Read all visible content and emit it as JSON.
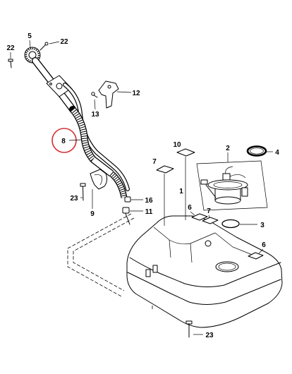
{
  "callouts": {
    "bolt_left": "22",
    "filler_cap": "5",
    "screw_right": "22",
    "bracket": "12",
    "bracket_bolt": "13",
    "filler_hose": "8",
    "pad_top": "10",
    "pump_assembly": "2",
    "pump_ring": "4",
    "pad_left": "7",
    "tank": "1",
    "bolt_clip": "23",
    "fitting_upper": "16",
    "clamp": "9",
    "fitting_lower": "11",
    "pad_mid": "6",
    "pad_mid2": "7",
    "seal": "3",
    "pad_right": "6",
    "bolt_bottom": "23"
  },
  "colors": {
    "line": "#000000",
    "highlight": "#d32f2f",
    "background": "#ffffff"
  }
}
